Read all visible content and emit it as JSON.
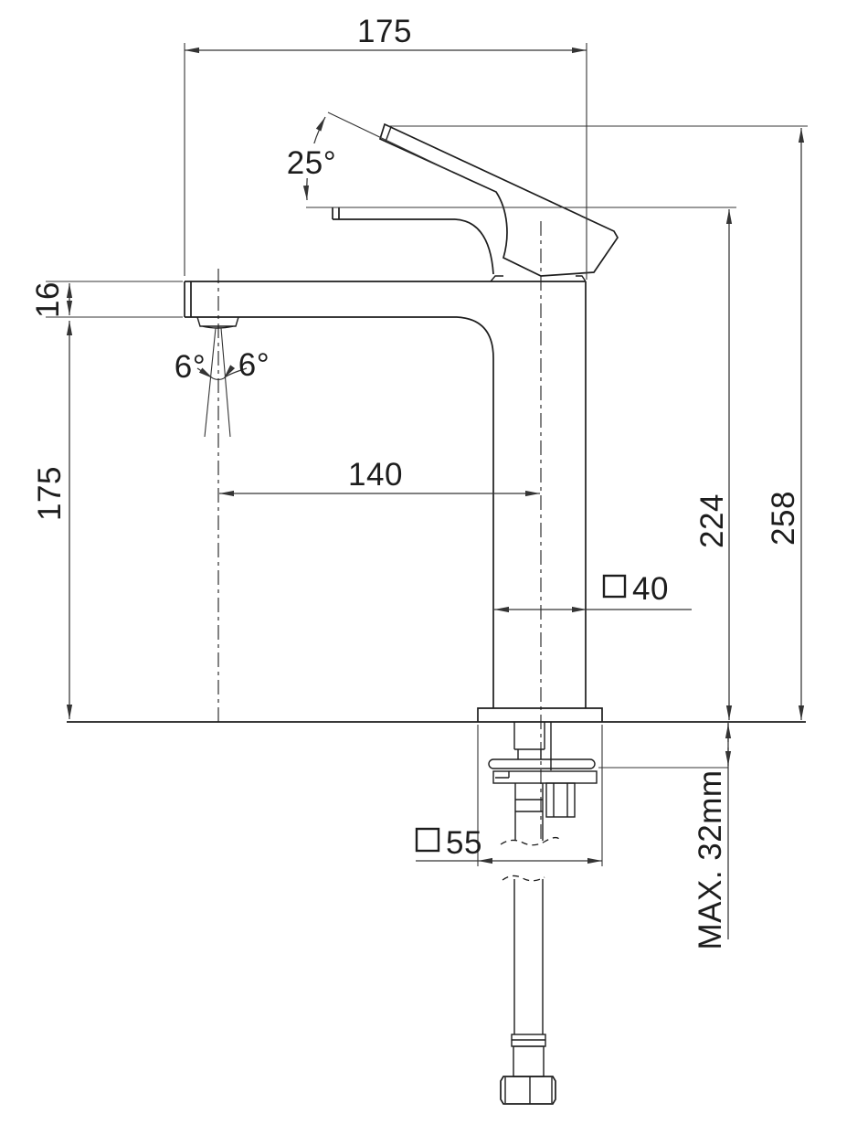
{
  "drawing": {
    "labels": {
      "top_width": "175",
      "handle_angle": "25°",
      "spout_height": "16",
      "spray_angle_left": "6°",
      "spray_angle_right": "6°",
      "spout_to_deck_height": "175",
      "spout_reach": "140",
      "body_square_width": "40",
      "handle_height": "224",
      "overall_height": "258",
      "base_square_width": "55",
      "max_mounting_thickness": "MAX. 32mm"
    },
    "colors": {
      "line": "#1d1d1d",
      "dimension": "#343434",
      "background": "#ffffff"
    }
  }
}
